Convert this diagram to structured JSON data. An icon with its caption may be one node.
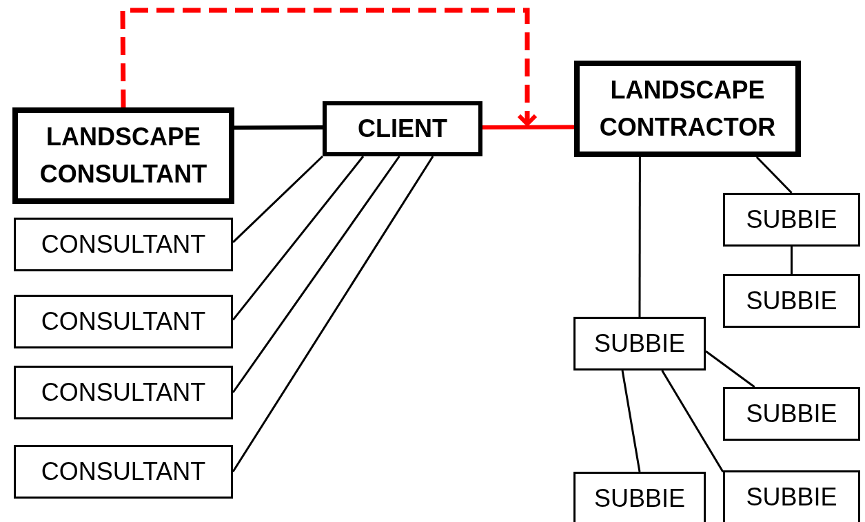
{
  "diagram": {
    "nodes": [
      {
        "text": [
          "LANDSCAPE CONSULTANT"
        ]
      },
      {
        "text": [
          "CLIENT"
        ]
      },
      {
        "text": [
          "LANDSCAPE CONTRACTOR"
        ]
      },
      {
        "text": [
          "CONSULTANT"
        ]
      },
      {
        "text": [
          "CONSULTANT"
        ]
      },
      {
        "text": [
          "CONSULTANT"
        ]
      },
      {
        "text": [
          "CONSULTANT"
        ]
      },
      {
        "text": [
          "SUBBIE"
        ]
      },
      {
        "text": [
          "SUBBIE"
        ]
      },
      {
        "text": [
          "SUBBIE"
        ]
      },
      {
        "text": [
          "SUBBIE"
        ]
      },
      {
        "text": [
          "SUBBIE"
        ]
      },
      {
        "text": [
          "SUBBIE"
        ]
      }
    ],
    "edges": [
      {
        "from": 0,
        "to": 1,
        "arrow": "none",
        "style": "thick"
      },
      {
        "from": 1,
        "to": 3,
        "arrow": "none"
      },
      {
        "from": 1,
        "to": 4,
        "arrow": "none"
      },
      {
        "from": 1,
        "to": 5,
        "arrow": "none"
      },
      {
        "from": 1,
        "to": 6,
        "arrow": "none"
      },
      {
        "from": 1,
        "to": 2,
        "arrow": "none",
        "style": "thick",
        "color": "#ff0000"
      },
      {
        "from": 0,
        "to": null,
        "arrow": "to",
        "style": "dashed",
        "color": "#ff0000"
      },
      {
        "from": 2,
        "to": 7,
        "arrow": "none"
      },
      {
        "from": 7,
        "to": 8,
        "arrow": "none"
      },
      {
        "from": 2,
        "to": 9,
        "arrow": "none"
      },
      {
        "from": 9,
        "to": 10,
        "arrow": "none"
      },
      {
        "from": 9,
        "to": 11,
        "arrow": "none"
      },
      {
        "from": 9,
        "to": 12,
        "arrow": "none"
      }
    ]
  }
}
